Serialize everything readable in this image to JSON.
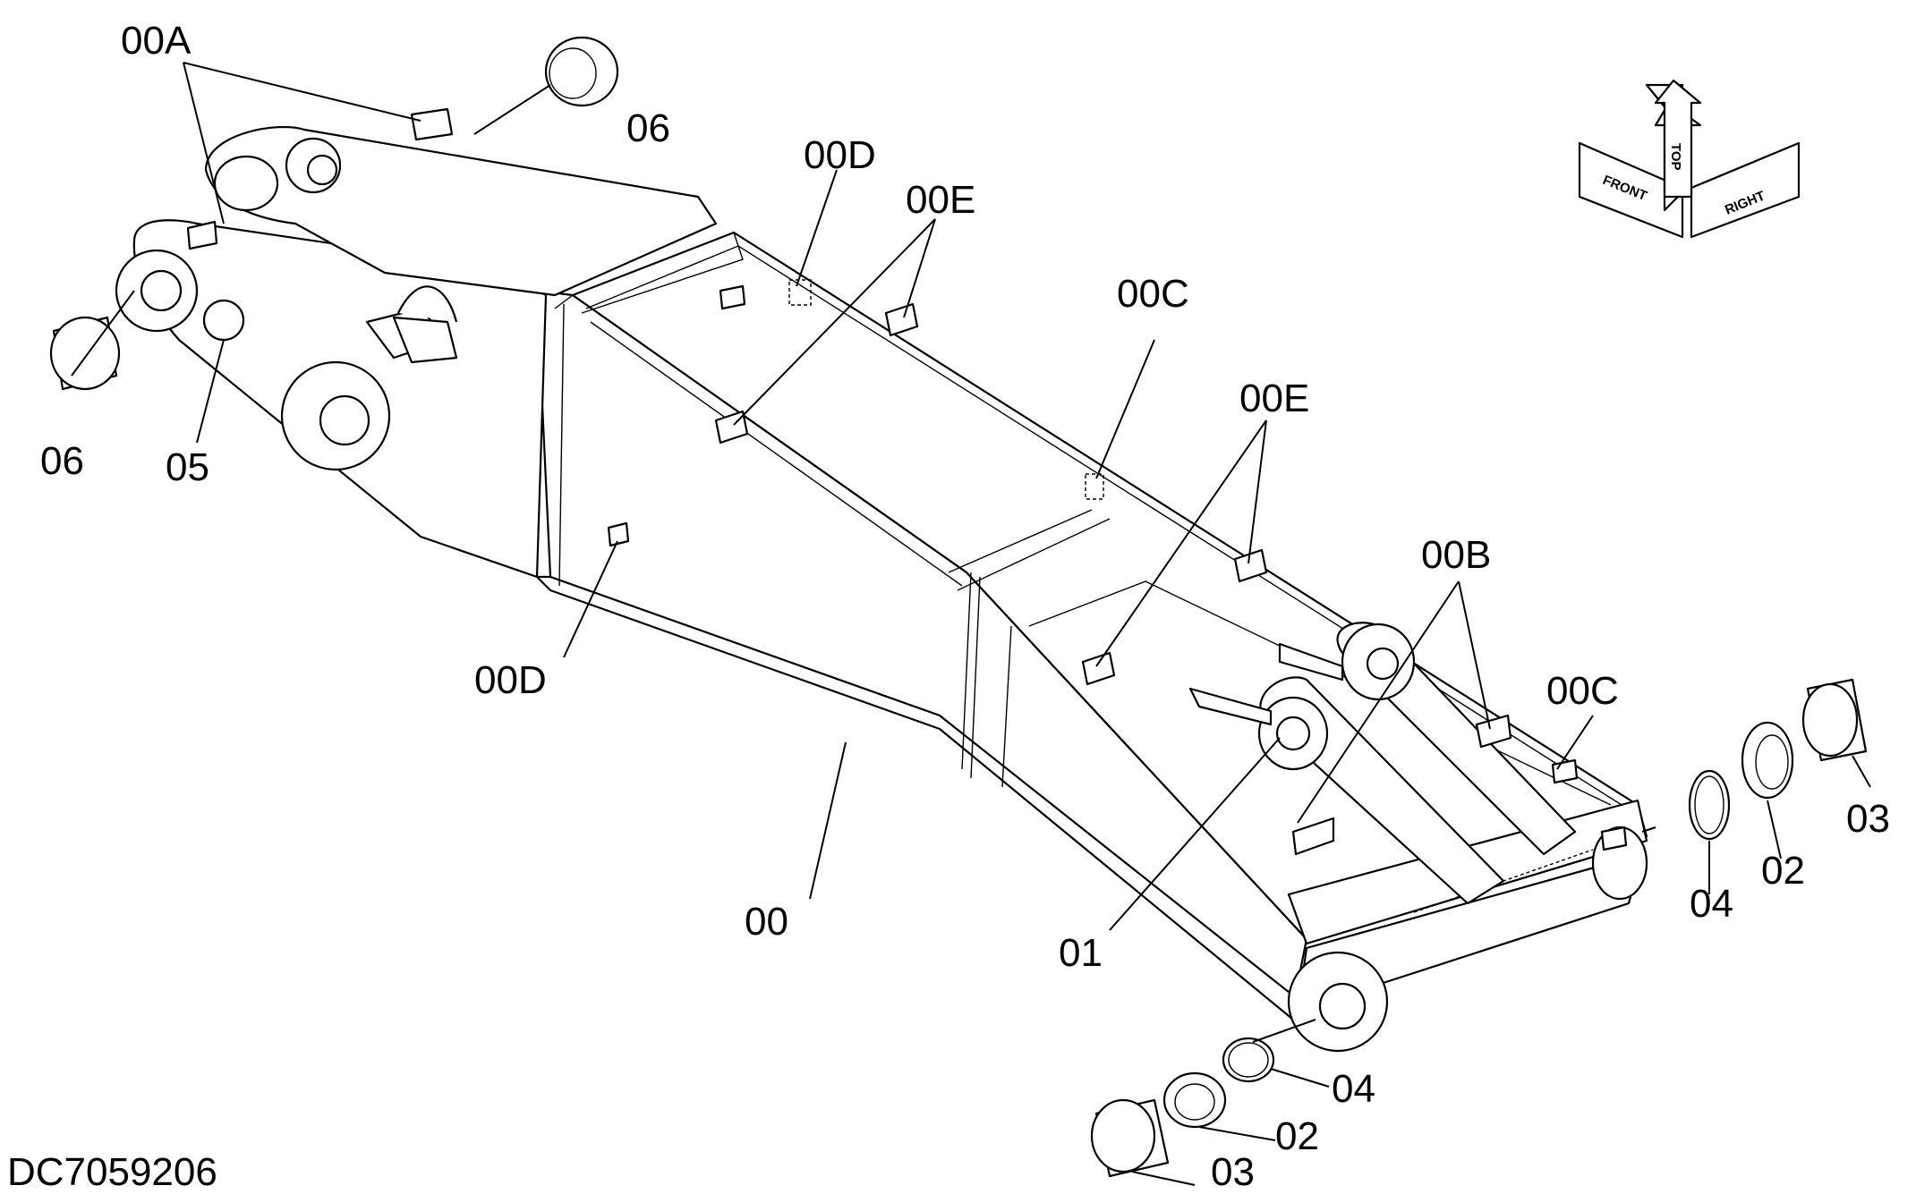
{
  "drawing": {
    "document_id": "DC7059206",
    "callouts": {
      "c00": "00",
      "c01": "01",
      "c02a": "02",
      "c02b": "02",
      "c03a": "03",
      "c03b": "03",
      "c04a": "04",
      "c04b": "04",
      "c05": "05",
      "c06a": "06",
      "c06b": "06",
      "c00a": "00A",
      "c00b": "00B",
      "c00c_a": "00C",
      "c00c_b": "00C",
      "c00d_a": "00D",
      "c00d_b": "00D",
      "c00e_a": "00E",
      "c00e_b": "00E"
    },
    "orientation": {
      "front": "FRONT",
      "top": "TOP",
      "right": "RIGHT"
    }
  }
}
